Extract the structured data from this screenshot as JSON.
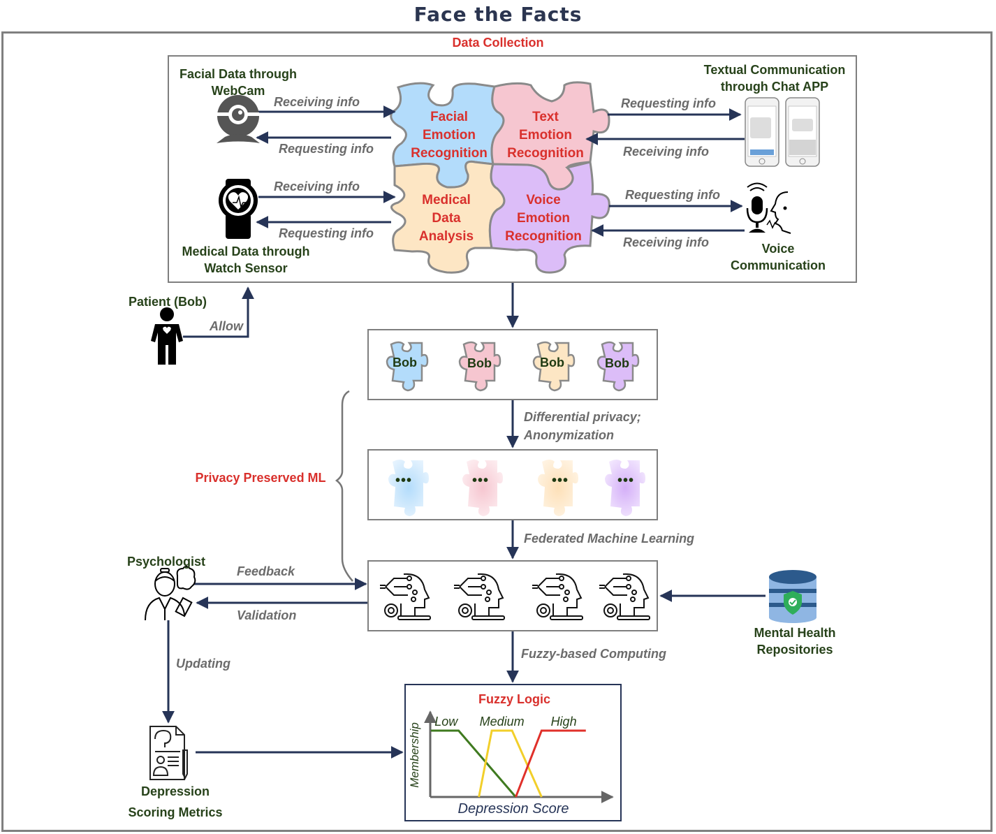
{
  "title": "Face the Facts",
  "colors": {
    "arrow": "#263457",
    "section_red": "#d9302c",
    "label_green": "#27421a",
    "arrow_label_gray": "#6b6b6b",
    "puzzle_blue": "#b3dcfb",
    "puzzle_pink": "#f6c6d0",
    "puzzle_peach": "#fde6c4",
    "puzzle_purple": "#dcbdf8",
    "fuzzy_low": "#3f7a1f",
    "fuzzy_medium": "#f2cf2a",
    "fuzzy_high": "#e0302a"
  },
  "data_collection": {
    "heading": "Data Collection",
    "sources": {
      "webcam": {
        "label_line1": "Facial Data through",
        "label_line2": "WebCam",
        "icon": "webcam-icon",
        "out_label": "Receiving info",
        "in_label": "Requesting info"
      },
      "watch": {
        "label_line1": "Medical Data through",
        "label_line2": "Watch Sensor",
        "icon": "smartwatch-heart-icon",
        "out_label": "Receiving info",
        "in_label": "Requesting info"
      },
      "chat": {
        "label_line1": "Textual Communication",
        "label_line2": "through Chat APP",
        "icon": "smartphone-chat-icon",
        "out_label": "Requesting info",
        "in_label": "Receiving info"
      },
      "voice": {
        "label_line1": "Voice",
        "label_line2": "Communication",
        "icon": "microphone-speaker-icon",
        "out_label": "Requesting info",
        "in_label": "Receiving info"
      }
    },
    "puzzle": [
      {
        "line1": "Facial",
        "line2": "Emotion",
        "line3": "Recognition"
      },
      {
        "line1": "Text",
        "line2": "Emotion",
        "line3": "Recognition"
      },
      {
        "line1": "Medical",
        "line2": "Data",
        "line3": "Analysis"
      },
      {
        "line1": "Voice",
        "line2": "Emotion",
        "line3": "Recognition"
      }
    ]
  },
  "patient": {
    "label": "Patient (Bob)",
    "allow_label": "Allow"
  },
  "identified_data": {
    "pieces": [
      "Bob",
      "Bob",
      "Bob",
      "Bob"
    ]
  },
  "privacy_step": {
    "line1": "Differential privacy;",
    "line2": "Anonymization"
  },
  "anonymized_data": {
    "pieces": [
      "•••",
      "•••",
      "•••",
      "•••"
    ]
  },
  "privacy_preserved_ml": "Privacy Preserved ML",
  "federated_step": "Federated Machine Learning",
  "ml_models": {
    "count": 4,
    "icon": "ai-head-gear-icon"
  },
  "psychologist": {
    "label": "Psychologist",
    "feedback_label": "Feedback",
    "validation_label": "Validation",
    "updating_label": "Updating"
  },
  "repositories": {
    "line1": "Mental Health",
    "line2": "Repositories"
  },
  "fuzzy_step": "Fuzzy-based Computing",
  "scoring": {
    "line1": "Depression",
    "line2": "Scoring Metrics"
  },
  "chart_data": {
    "type": "line",
    "title": "Fuzzy Logic",
    "xlabel": "Depression Score",
    "ylabel": "Membership",
    "xlim": [
      0,
      10
    ],
    "ylim": [
      0,
      1
    ],
    "grid": false,
    "legend": "inline-top",
    "series": [
      {
        "name": "Low",
        "x": [
          0,
          1.5,
          4.6
        ],
        "y": [
          1,
          1,
          0
        ]
      },
      {
        "name": "Medium",
        "x": [
          2.6,
          3.3,
          4.4,
          6.0
        ],
        "y": [
          0,
          1,
          1,
          0
        ]
      },
      {
        "name": "High",
        "x": [
          4.6,
          6.0,
          8.4
        ],
        "y": [
          0,
          1,
          1
        ]
      }
    ]
  }
}
